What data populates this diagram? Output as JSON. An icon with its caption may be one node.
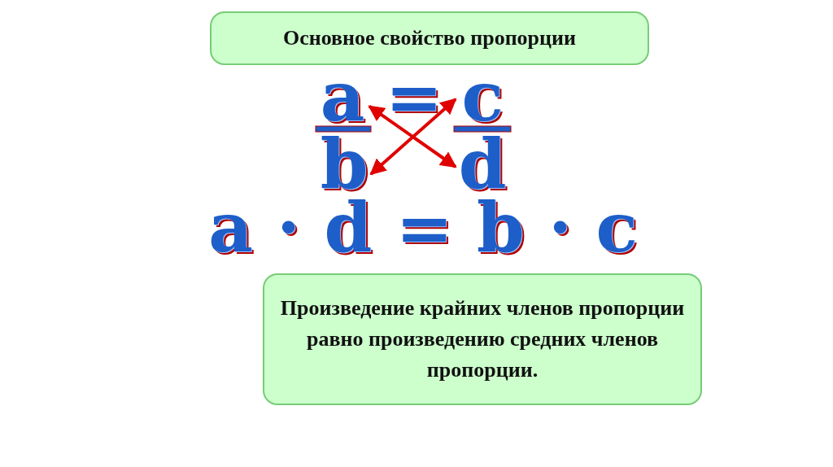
{
  "diagram": {
    "nodes": [
      {
        "text": [
          "Основное свойство пропорции"
        ]
      },
      {
        "text": [
          "a"
        ]
      },
      {
        "text": [
          "c"
        ]
      },
      {
        "text": [
          "b"
        ]
      },
      {
        "text": [
          "d"
        ]
      },
      {
        "text": [
          "Произведение крайних членов пропорции равно произведению средних членов пропорции."
        ]
      }
    ],
    "edges": [
      {
        "from": 1,
        "to": 4,
        "arrow": "both"
      },
      {
        "from": 2,
        "to": 3,
        "arrow": "both"
      }
    ],
    "labels": [
      "=",
      "a · d = b · c"
    ]
  }
}
